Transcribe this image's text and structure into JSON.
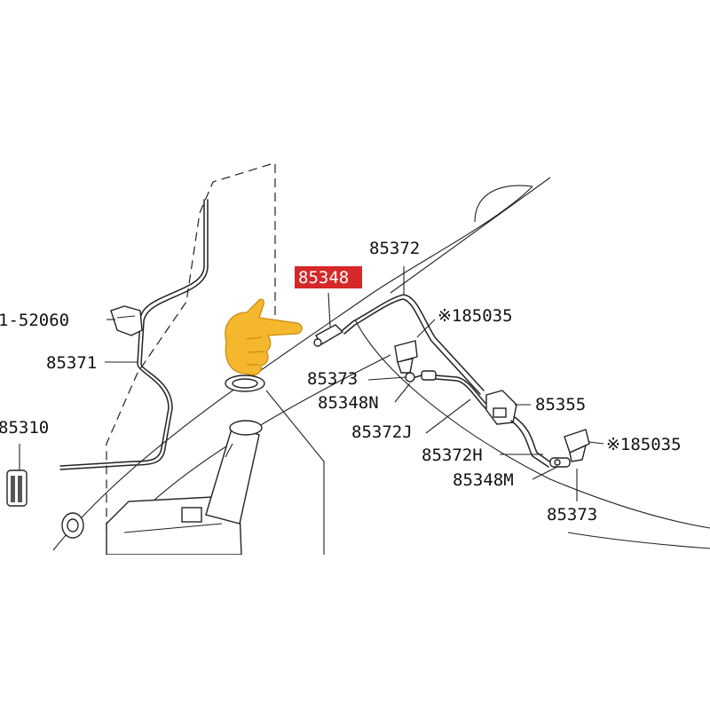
{
  "highlight": {
    "part": "85348",
    "color": "#d62828",
    "text_color": "#ffffff"
  },
  "labels": {
    "l85372": "85372",
    "l85035_top": "※185035",
    "l52060": "1-52060",
    "l85371": "85371",
    "l85310": "85310",
    "l85373_mid": "85373",
    "l85348n": "85348N",
    "l85355": "85355",
    "l85372j": "85372J",
    "l85035_bot": "※185035",
    "l85372h": "85372H",
    "l85348m": "85348M",
    "l85373_bot": "85373"
  },
  "pointer": {
    "icon": "pointing-hand-icon",
    "color": "#f5b72d"
  }
}
